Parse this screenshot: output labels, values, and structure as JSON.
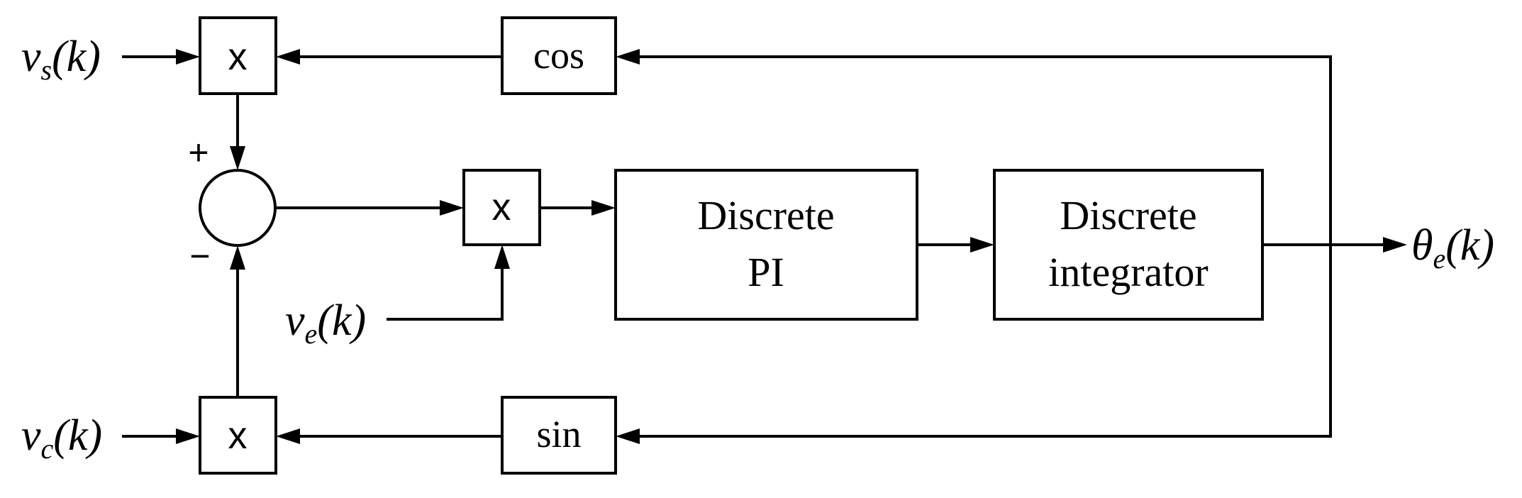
{
  "inputs": {
    "vs": {
      "base": "v",
      "sub": "s",
      "arg": "(k)"
    },
    "vc": {
      "base": "v",
      "sub": "c",
      "arg": "(k)"
    },
    "ve": {
      "base": "v",
      "sub": "e",
      "arg": "(k)"
    }
  },
  "output": {
    "base": "θ",
    "sub": "e",
    "arg": "(k)"
  },
  "multipliers": {
    "mult_top": "x",
    "mult_mid": "x",
    "mult_bot": "x"
  },
  "trig": {
    "cos": "cos",
    "sin": "sin"
  },
  "summer": {
    "plus": "+",
    "minus": "−"
  },
  "blocks": {
    "pi": {
      "line1": "Discrete",
      "line2": "PI"
    },
    "integrator": {
      "line1": "Discrete",
      "line2": "integrator"
    }
  }
}
